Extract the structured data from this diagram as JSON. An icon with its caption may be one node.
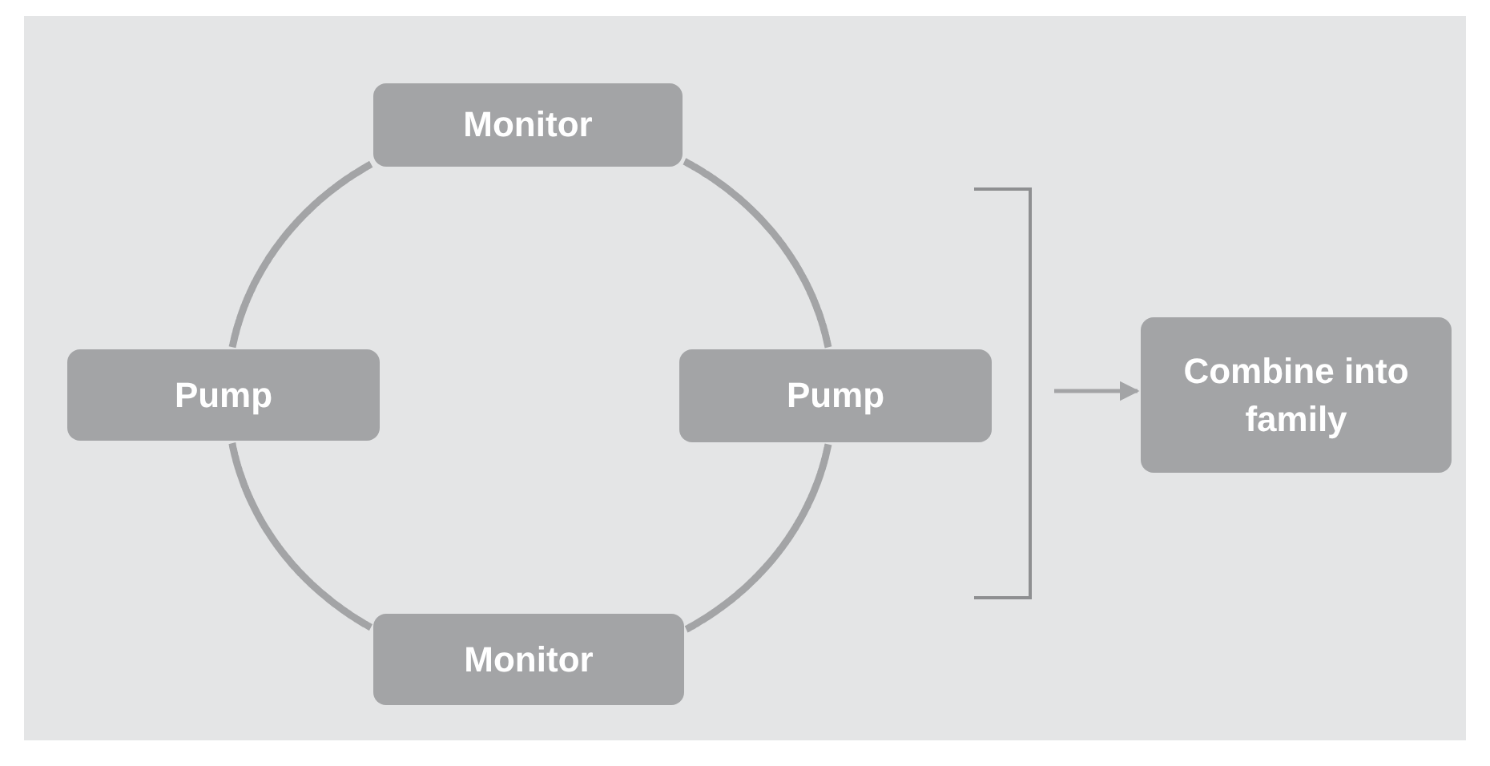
{
  "diagram": {
    "nodes": [
      {
        "text": [
          "Monitor"
        ]
      },
      {
        "text": [
          "Pump"
        ]
      },
      {
        "text": [
          "Pump"
        ]
      },
      {
        "text": [
          "Monitor"
        ]
      },
      {
        "text": [
          "Combine into family"
        ]
      }
    ],
    "edges": [
      {
        "from": 0,
        "to": 2,
        "arrow": "none"
      },
      {
        "from": 2,
        "to": 3,
        "arrow": "none"
      },
      {
        "from": 3,
        "to": 1,
        "arrow": "none"
      },
      {
        "from": 1,
        "to": 0,
        "arrow": "none"
      },
      {
        "from": null,
        "to": 4,
        "arrow": "to"
      }
    ]
  }
}
